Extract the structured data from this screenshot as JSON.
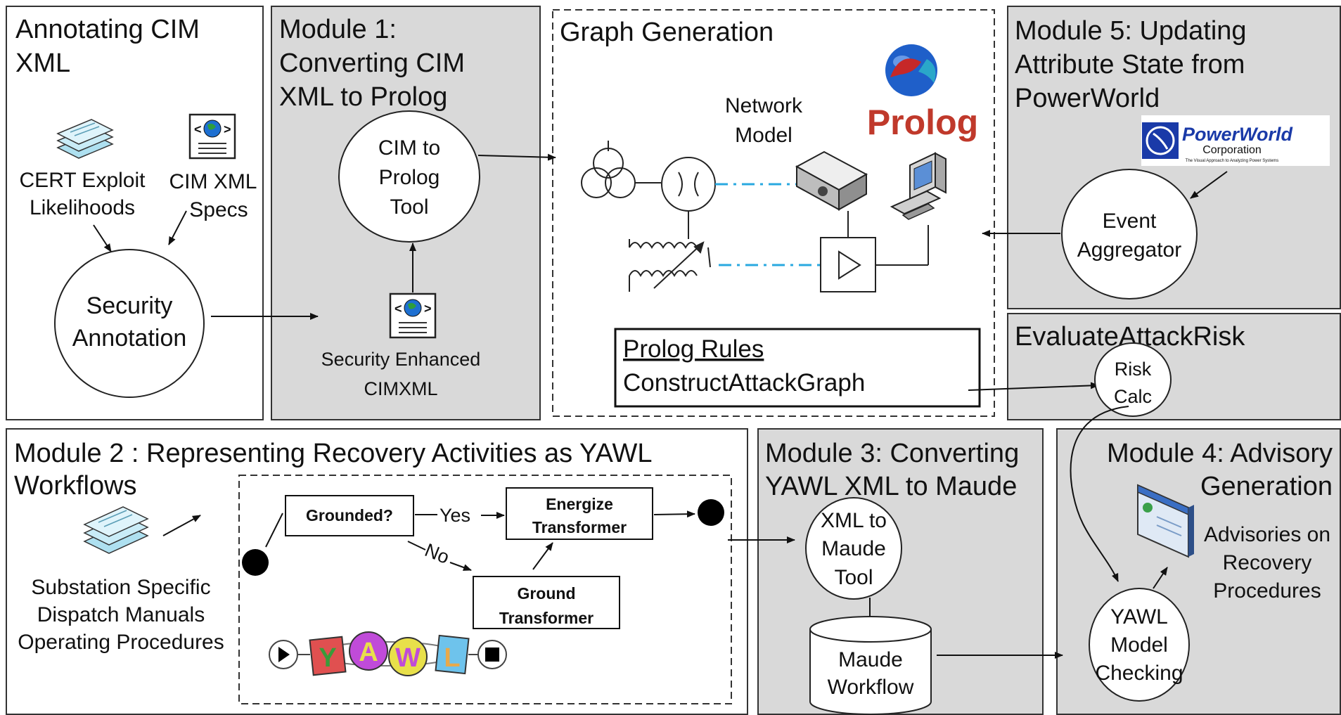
{
  "annotating": {
    "title_l1": "Annotating CIM",
    "title_l2": "XML",
    "cert_l1": "CERT Exploit",
    "cert_l2": "Likelihoods",
    "cimxml_l1": "CIM XML",
    "cimxml_l2": "Specs",
    "security_l1": "Security",
    "security_l2": "Annotation"
  },
  "module1": {
    "title_l1": "Module 1:",
    "title_l2": "Converting CIM",
    "title_l3": "XML to Prolog",
    "tool_l1": "CIM to",
    "tool_l2": "Prolog",
    "tool_l3": "Tool",
    "enhanced_l1": "Security  Enhanced",
    "enhanced_l2": "CIMXML"
  },
  "graph_generation": {
    "title": "Graph Generation",
    "network_l1": "Network",
    "network_l2": "Model",
    "prolog_logo": "Prolog",
    "rules_l1": "Prolog Rules",
    "rules_l2": "ConstructAttackGraph"
  },
  "module5": {
    "title_l1": "Module 5: Updating",
    "title_l2": "Attribute State from",
    "title_l3": "PowerWorld",
    "logo_main": "PowerWorld",
    "logo_sub": "Corporation",
    "logo_tagline": "The Visual Approach to Analyzing Power Systems",
    "event_l1": "Event",
    "event_l2": "Aggregator"
  },
  "evaluate": {
    "title": "EvaluateAttackRisk",
    "risk_l1": "Risk",
    "risk_l2": "Calc"
  },
  "module2": {
    "title_l1": "Module 2 : Representing Recovery Activities as YAWL",
    "title_l2": "Workflows",
    "manuals_l1": "Substation Specific",
    "manuals_l2": "Dispatch Manuals",
    "manuals_l3": "Operating Procedures",
    "grounded": "Grounded?",
    "yes": "Yes",
    "no": "No",
    "energize_l1": "Energize",
    "energize_l2": "Transformer",
    "ground_l1": "Ground",
    "ground_l2": "Transformer",
    "yawl_letters": [
      "Y",
      "A",
      "W",
      "L"
    ]
  },
  "module3": {
    "title_l1": "Module 3: Converting",
    "title_l2": "YAWL XML to Maude",
    "tool_l1": "XML to",
    "tool_l2": "Maude",
    "tool_l3": "Tool",
    "workflow_l1": "Maude",
    "workflow_l2": "Workflow"
  },
  "module4": {
    "title_l1": "Module 4: Advisory",
    "title_l2": "Generation",
    "adv_l1": "Advisories on",
    "adv_l2": "Recovery",
    "adv_l3": "Procedures",
    "check_l1": "YAWL",
    "check_l2": "Model",
    "check_l3": "Checking"
  },
  "colors": {
    "panel_gray": "#d9d9d9",
    "cyan_link": "#29a9e0",
    "prolog_red": "#c0392b"
  }
}
